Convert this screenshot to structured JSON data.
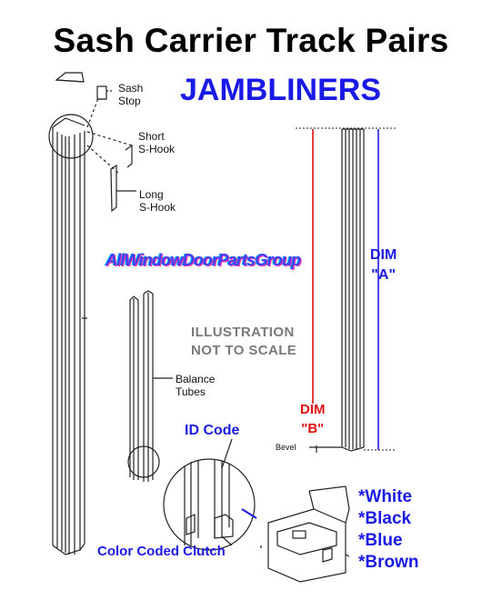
{
  "title": "Sash Carrier Track Pairs",
  "subtitle": "JAMBLINERS",
  "watermark": "AllWindowDoorPartsGroup",
  "labels": {
    "sash_stop": [
      "Sash",
      "Stop"
    ],
    "short_s_hook": [
      "Short",
      "S-Hook"
    ],
    "long_s_hook": [
      "Long",
      "S-Hook"
    ],
    "balance_tubes": [
      "Balance",
      "Tubes"
    ],
    "illustration_note": [
      "ILLUSTRATION",
      "NOT TO SCALE"
    ],
    "id_code": "ID Code",
    "color_coded_clutch": "Color Coded Clutch",
    "bevel": "Bevel"
  },
  "dimensions": {
    "dim_a": [
      "DIM",
      "\"A\""
    ],
    "dim_b": [
      "DIM",
      "\"B\""
    ]
  },
  "clutch_colors": [
    "*White",
    "*Black",
    "*Blue",
    "*Brown"
  ],
  "colors": {
    "blue": "#1a1ae6",
    "red": "#e01010",
    "line": "#222222"
  }
}
